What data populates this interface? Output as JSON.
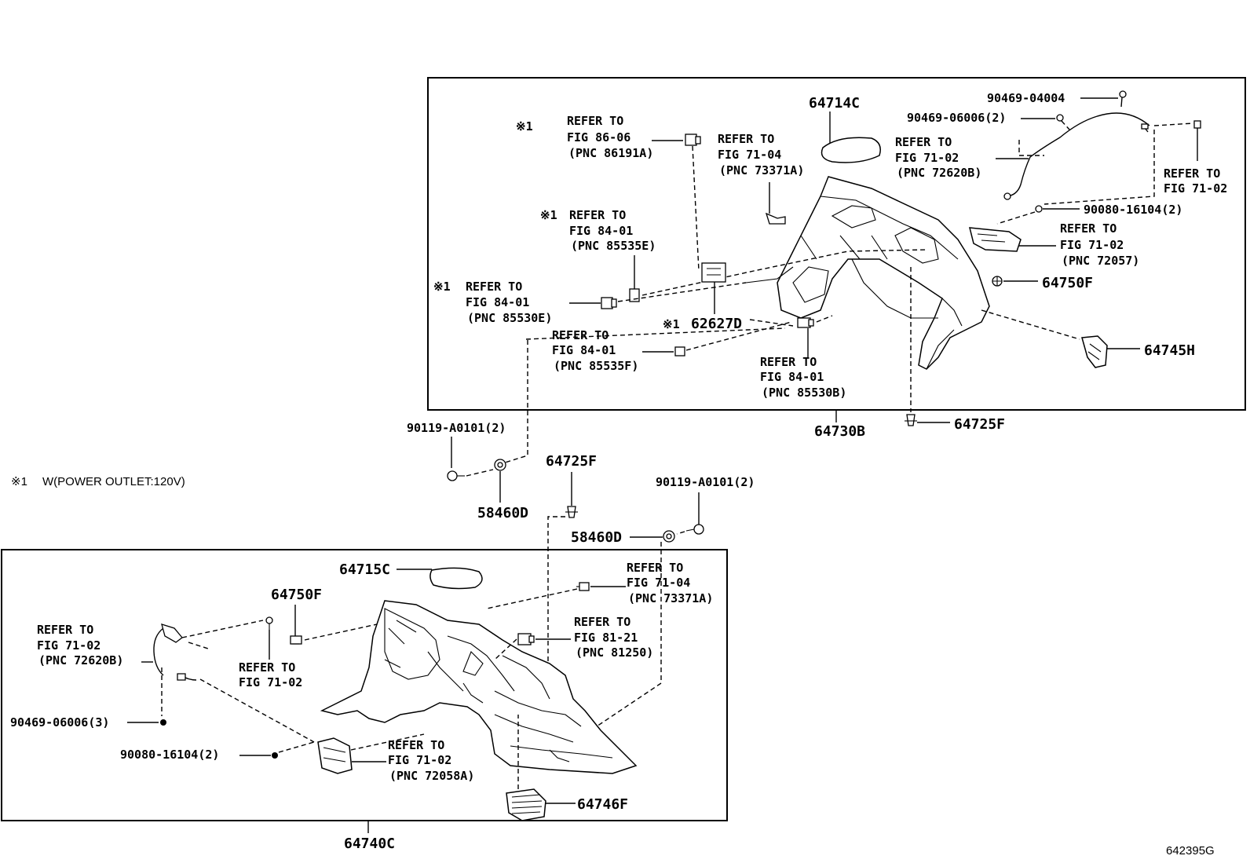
{
  "footnote": {
    "mark": "※1",
    "text": "W(POWER OUTLET:120V)"
  },
  "figure_code": "642395G",
  "upper": {
    "assembly": "64730B",
    "parts": {
      "p64714C": "64714C",
      "p64750F": "64750F",
      "p64745H": "64745H",
      "p62627D": "62627D",
      "p64725F": "64725F"
    },
    "fasteners": {
      "f9046904004": "90469-04004",
      "f9046906006": "90469-06006(2)",
      "f9008016104": "90080-16104(2)"
    },
    "refs": {
      "r86191A": {
        "mark": "※1",
        "l1": "REFER TO",
        "l2": "FIG 86-06",
        "l3": "(PNC 86191A)"
      },
      "r73371A": {
        "l1": "REFER TO",
        "l2": "FIG 71-04",
        "l3": "(PNC 73371A)"
      },
      "r72620B": {
        "l1": "REFER TO",
        "l2": "FIG 71-02",
        "l3": "(PNC 72620B)"
      },
      "r7102": {
        "l1": "REFER TO",
        "l2": "FIG 71-02"
      },
      "r85535E": {
        "mark": "※1",
        "l1": "REFER TO",
        "l2": "FIG 84-01",
        "l3": "(PNC 85535E)"
      },
      "r72057": {
        "l1": "REFER TO",
        "l2": "FIG 71-02",
        "l3": "(PNC 72057)"
      },
      "r85530E": {
        "mark": "※1",
        "l1": "REFER TO",
        "l2": "FIG 84-01",
        "l3": "(PNC 85530E)"
      },
      "r85535F": {
        "l1": "REFER TO",
        "l2": "FIG 84-01",
        "l3": "(PNC 85535F)"
      },
      "r85530B": {
        "l1": "REFER TO",
        "l2": "FIG 84-01",
        "l3": "(PNC 85530B)"
      }
    },
    "p62627D_mark": "※1"
  },
  "middle": {
    "f90119a": "90119-A0101(2)",
    "p58460Da": "58460D",
    "p64725F": "64725F",
    "f90119b": "90119-A0101(2)",
    "p58460Db": "58460D"
  },
  "lower": {
    "assembly": "64740C",
    "parts": {
      "p64715C": "64715C",
      "p64750F": "64750F",
      "p64746F": "64746F"
    },
    "fasteners": {
      "f9046906006": "90469-06006(3)",
      "f9008016104": "90080-16104(2)"
    },
    "refs": {
      "r73371A": {
        "l1": "REFER TO",
        "l2": "FIG 71-04",
        "l3": "(PNC 73371A)"
      },
      "r72620B": {
        "l1": "REFER TO",
        "l2": "FIG 71-02",
        "l3": "(PNC 72620B)"
      },
      "r81250": {
        "l1": "REFER TO",
        "l2": "FIG 81-21",
        "l3": "(PNC 81250)"
      },
      "r7102": {
        "l1": "REFER TO",
        "l2": "FIG 71-02"
      },
      "r72058A": {
        "l1": "REFER TO",
        "l2": "FIG 71-02",
        "l3": "(PNC 72058A)"
      }
    }
  }
}
